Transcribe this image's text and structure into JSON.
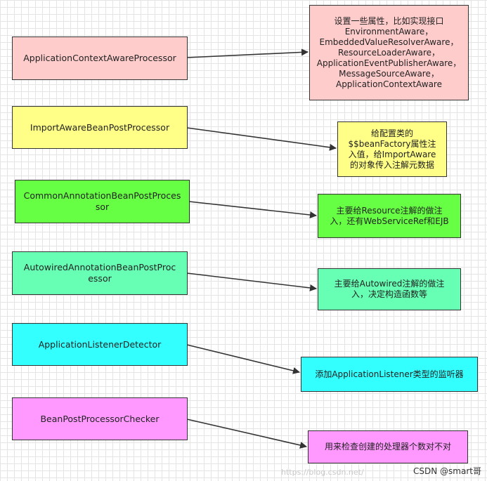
{
  "processors": [
    {
      "label": "ApplicationContextAwareProcessor",
      "color": "#ffcccc"
    },
    {
      "label": "ImportAwareBeanPostProcessor",
      "color": "#ffff88"
    },
    {
      "label": "CommonAnnotationBeanPostProces\nsor",
      "color": "#66ff44"
    },
    {
      "label": "AutowiredAnnotationBeanPostProc\nessor",
      "color": "#66ffb4"
    },
    {
      "label": "ApplicationListenerDetector",
      "color": "#33ffff"
    },
    {
      "label": "BeanPostProcessorChecker",
      "color": "#ff99ff"
    }
  ],
  "notes": [
    {
      "text": "设置一些属性，比如实现接口\nEnvironmentAware，\nEmbeddedValueResolverAware，\nResourceLoaderAware，\nApplicationEventPublisherAware，\nMessageSourceAware，\nApplicationContextAware",
      "color": "#ffcccc"
    },
    {
      "text": "给配置类的\n$$beanFactory属性注\n入值，给ImportAware\n的对象传入注解元数据",
      "color": "#ffff88"
    },
    {
      "text": "主要给Resource注解的做注\n入，还有WebServiceRef和EJB",
      "color": "#66ff44"
    },
    {
      "text": "主要给Autowired注解的做注\n入，决定构造函数等",
      "color": "#66ffb4"
    },
    {
      "text": "添加ApplicationListener类型的监听器",
      "color": "#33ffff"
    },
    {
      "text": "用来检查创建的处理器个数对不对",
      "color": "#ff99ff"
    }
  ],
  "watermark": "CSDN @smart哥",
  "watermark_faint": "https://blog.csdn.net/"
}
